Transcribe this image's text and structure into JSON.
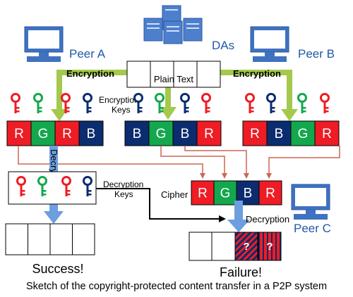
{
  "labels": {
    "das": "DAs",
    "peer_a": "Peer A",
    "peer_b": "Peer B",
    "peer_c": "Peer C",
    "encryption_left": "Encryption",
    "encryption_right": "Encryption",
    "plain_text": "Plain Text",
    "encryption_keys": [
      "Encryption",
      "Keys"
    ],
    "decryption_vertical": "Decryption",
    "decryption_keys": [
      "Decryption",
      "Keys"
    ],
    "cipher": "Cipher",
    "decryption_c": "Decryption",
    "unknown_mark": "?",
    "success": "Success!",
    "failure": "Failure!",
    "caption": "Sketch of the copyright-protected content transfer in a P2P system"
  },
  "blocks": {
    "peer_a": [
      "R",
      "G",
      "R",
      "B"
    ],
    "das": [
      "B",
      "G",
      "B",
      "R"
    ],
    "peer_b": [
      "R",
      "B",
      "G",
      "R"
    ],
    "cipher": [
      "R",
      "G",
      "B",
      "R"
    ]
  },
  "keys": {
    "peer_a_encryption": [
      "red",
      "green",
      "red",
      "navy"
    ],
    "das_encryption": [
      "navy",
      "green",
      "navy",
      "red"
    ],
    "peer_b_encryption": [
      "red",
      "navy",
      "green",
      "red"
    ],
    "decryption": [
      "red",
      "green",
      "red",
      "navy"
    ]
  },
  "colors": {
    "red": "#ee1c24",
    "green": "#13a84d",
    "navy": "#0b2c6e",
    "blue_arrow": "#6d9ee0",
    "green_arrow": "#a4c94c",
    "connector": "#cc6655",
    "monitor": "#3f72c1",
    "server": "#4e7fcd",
    "key_black": "#000000"
  }
}
